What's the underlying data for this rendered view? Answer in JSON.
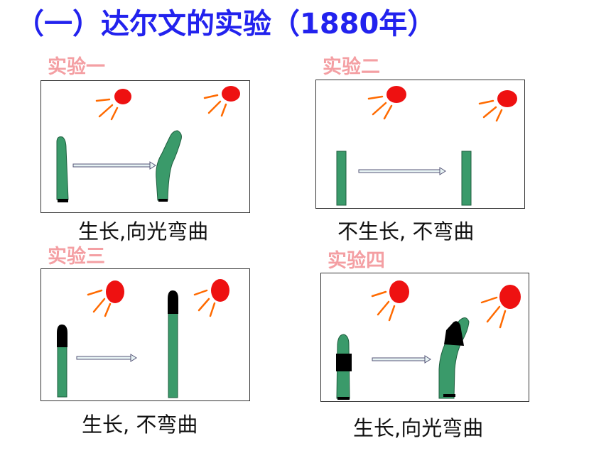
{
  "title": "（一）达尔文的实验（1880年）",
  "experiments": [
    {
      "label": "实验一",
      "caption": "生长,向光弯曲"
    },
    {
      "label": "实验二",
      "caption": "不生长, 不弯曲"
    },
    {
      "label": "实验三",
      "caption": "生长, 不弯曲"
    },
    {
      "label": "实验四",
      "caption": "生长,向光弯曲"
    }
  ],
  "colors": {
    "title": "#2222ee",
    "label": "#f49fa3",
    "plant": "#3a9a6a",
    "sun": "#ee1111",
    "ray": "#ff6a00",
    "cap": "#000000"
  },
  "icons": [
    "sun-icon",
    "light-ray-icon",
    "arrow-icon",
    "coleoptile-icon"
  ]
}
